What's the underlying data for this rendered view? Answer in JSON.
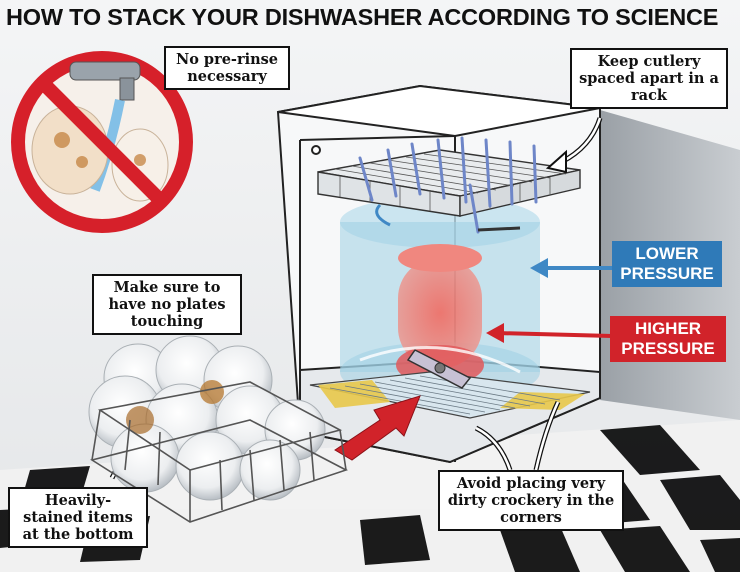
{
  "title": "HOW TO STACK YOUR DISHWASHER ACCORDING TO SCIENCE",
  "callouts": {
    "no_prerinse": "No pre-rinse necessary",
    "cutlery": "Keep cutlery spaced apart in a rack",
    "plates": "Make sure to have no plates touching",
    "stained": "Heavily-stained items at the bottom",
    "corners": "Avoid placing very dirty crockery in the corners"
  },
  "pressure": {
    "lower": "LOWER PRESSURE",
    "higher": "HIGHER PRESSURE"
  },
  "colors": {
    "lower_pressure": "#2f7ab8",
    "higher_pressure": "#d1232a",
    "prohibition": "#d6202a"
  },
  "icons": [
    "no-entry-icon",
    "tap-icon",
    "dishwasher-icon",
    "cutlery-rack-icon",
    "plate-rack-icon",
    "spray-arm-icon"
  ]
}
